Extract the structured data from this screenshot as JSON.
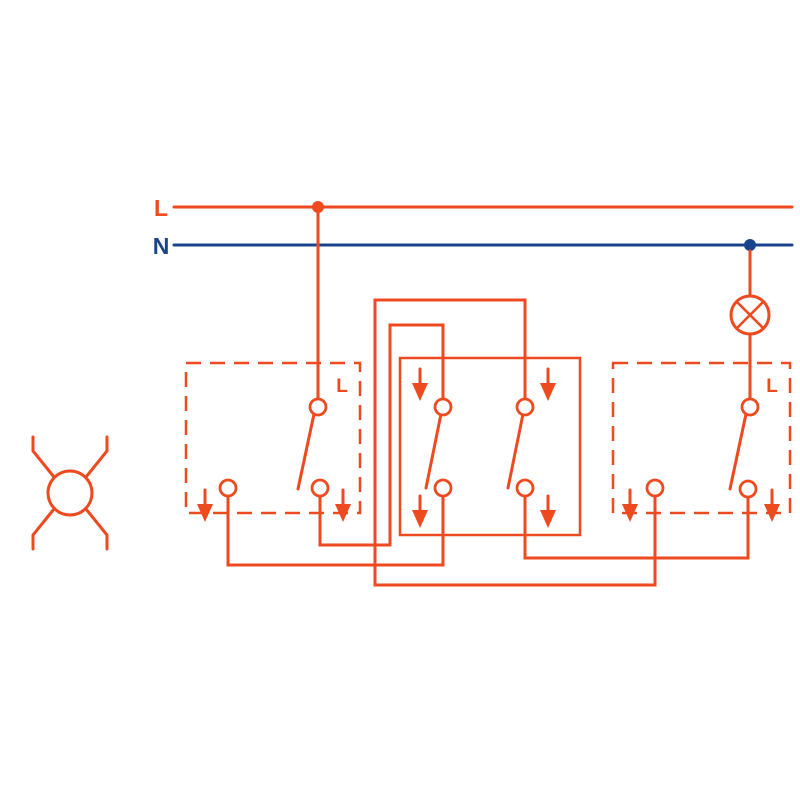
{
  "labels": {
    "live": "L",
    "neutral": "N",
    "switch1_common": "L",
    "switch2_common": "L"
  },
  "colors": {
    "wire": "#ee4a1f",
    "neutral": "#19448c",
    "background": "#ffffff"
  }
}
